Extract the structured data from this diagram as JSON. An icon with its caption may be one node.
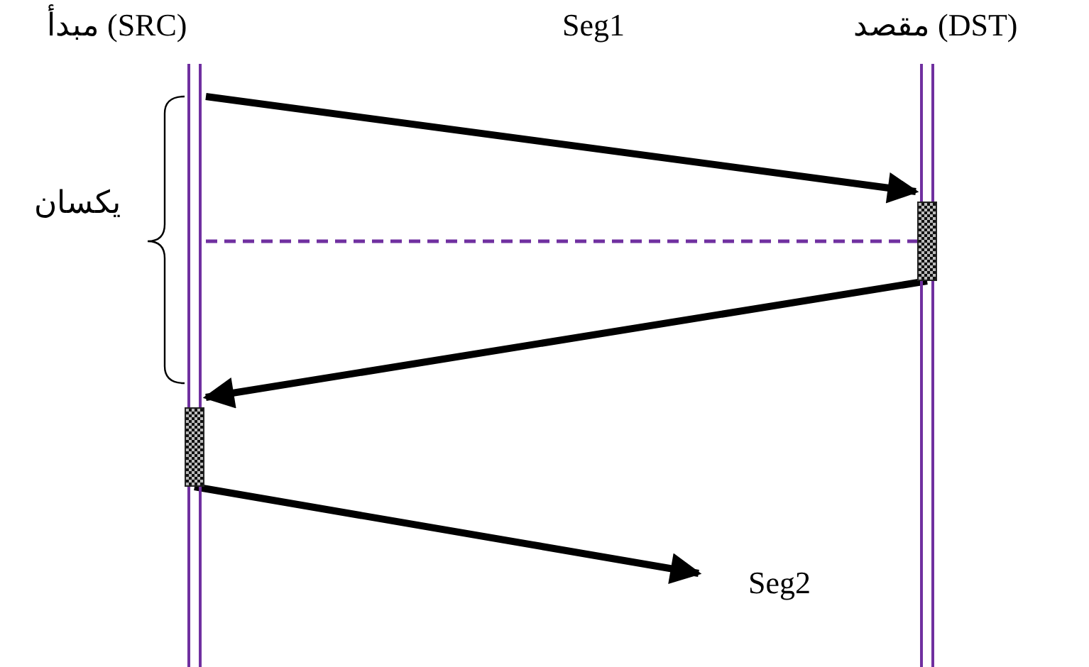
{
  "diagram": {
    "nodes": [
      {
        "text": [
          "مبدأ (SRC)"
        ]
      },
      {
        "text": [
          "مقصد (DST)"
        ]
      },
      {
        "text": [],
        "shape": "box",
        "in": 1
      },
      {
        "text": [],
        "shape": "box",
        "in": 0
      }
    ],
    "edges": [
      {
        "from": 0,
        "to": 1,
        "arrow": "to"
      },
      {
        "from": 0,
        "to": 2,
        "arrow": "none",
        "style": "dashed",
        "color": "#7030a0"
      },
      {
        "from": 2,
        "to": 0,
        "arrow": "to"
      },
      {
        "from": 3,
        "to": null,
        "arrow": "to"
      }
    ],
    "labels": [
      "Seg1",
      "يكسان",
      "Seg2"
    ]
  }
}
